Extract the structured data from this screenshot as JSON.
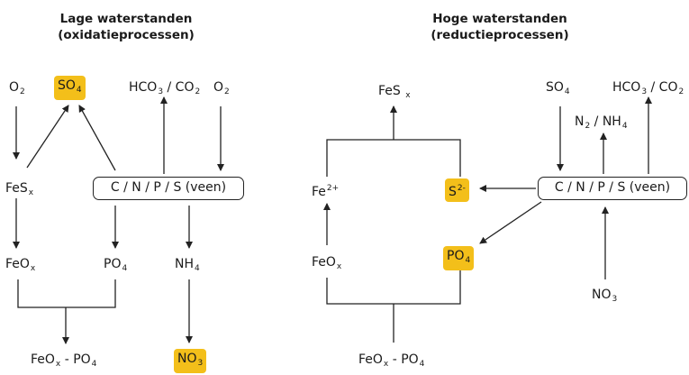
{
  "left": {
    "title1": "Lage waterstanden",
    "title2": "(oxidatieprocessen)",
    "o2_a": {
      "base": "O",
      "sub": "2"
    },
    "so4": {
      "base": "SO",
      "sub": "4"
    },
    "hco3": {
      "b1": "HCO",
      "s1": "3",
      "mid": " / CO",
      "s2": "2"
    },
    "o2_b": {
      "base": "O",
      "sub": "2"
    },
    "fesx": {
      "base": "FeS",
      "sub": "x"
    },
    "box": "C / N / P / S (veen)",
    "feox": {
      "base": "FeO",
      "sub": "x"
    },
    "po4": {
      "base": "PO",
      "sub": "4"
    },
    "nh4": {
      "base": "NH",
      "sub": "4"
    },
    "feox_po4": {
      "base": "FeO",
      "sub": "x",
      "rest": " - PO",
      "sub2": "4"
    },
    "no3": {
      "base": "NO",
      "sub": "3"
    }
  },
  "right": {
    "title1": "Hoge waterstanden",
    "title2": "(reductieprocessen)",
    "fes": {
      "base": "FeS ",
      "sub": "x"
    },
    "so4": {
      "base": "SO",
      "sub": "4"
    },
    "hco3": {
      "b1": "HCO",
      "s1": "3",
      "mid": " / CO",
      "s2": "2"
    },
    "n2nh4": {
      "b1": "N",
      "s1": "2",
      "mid": " / NH",
      "s2": "4"
    },
    "fe2": {
      "base": "Fe",
      "sup": "2+"
    },
    "s2": {
      "base": "S",
      "sup": "2-"
    },
    "box": "C / N / P / S (veen)",
    "feox": {
      "base": "FeO",
      "sub": "x"
    },
    "po4": {
      "base": "PO",
      "sub": "4"
    },
    "no3": {
      "base": "NO",
      "sub": "3"
    },
    "feox_po4": {
      "base": "FeO",
      "sub": "x",
      "rest": " - PO",
      "sub2": "4"
    }
  },
  "colors": {
    "highlight": "#f3bf1a",
    "line": "#222222"
  }
}
